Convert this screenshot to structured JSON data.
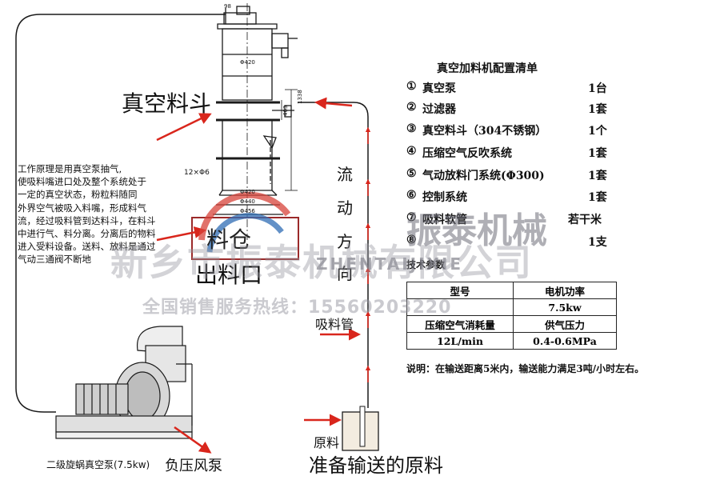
{
  "labels": {
    "hopper": "真空料斗",
    "flow_direction": [
      "流",
      "动",
      "方",
      "向"
    ],
    "silo": "料仓",
    "outlet": "出料口",
    "suction_pipe": "吸料管",
    "raw_material": "原料",
    "prepare": "准备输送的原料",
    "pump_caption": "二级旋蜗真空泵(7.5kw)",
    "blower": "负压风泵"
  },
  "principle_lines": [
    "工作原理是用真空泵抽气,",
    "使吸料嘴进口处及整个系统处于",
    "一定的真空状态，粉粒料随同",
    "外界空气被吸入料嘴，形成料气",
    "流，经过吸料管到达料斗，在料斗",
    "中进行气、料分离。分离后的物料",
    "进入受料设备。送料、放料是通过",
    "气动三通阀不断地"
  ],
  "config": {
    "title": "真空加料机配置清单",
    "items": [
      {
        "no": "①",
        "name": "真空泵",
        "qty": "1台"
      },
      {
        "no": "②",
        "name": "过滤器",
        "qty": "1套"
      },
      {
        "no": "③",
        "name": "真空料斗（304不锈钢）",
        "qty": "1个"
      },
      {
        "no": "④",
        "name": "压缩空气反吹系统",
        "qty": "1套"
      },
      {
        "no": "⑤",
        "name": "气动放料门系统(Φ300)",
        "qty": "1套"
      },
      {
        "no": "⑥",
        "name": "控制系统",
        "qty": "1套"
      },
      {
        "no": "⑦",
        "name": "吸料软管",
        "qty": "若干米"
      },
      {
        "no": "⑧",
        "name": "",
        "qty": "1支"
      }
    ],
    "tech_params": "技术参数",
    "spec_table": {
      "rows": [
        [
          "型号",
          "电机功率"
        ],
        [
          "",
          "7.5kw"
        ],
        [
          "压缩空气消耗量",
          "供气压力"
        ],
        [
          "12L/min",
          "0.4-0.6MPa"
        ]
      ]
    },
    "note": "说明：在输送距离5米内，输送能力满足3吨/小时左右。"
  },
  "dimensions": {
    "d420_top": "Φ420",
    "d420": "Φ420",
    "d440": "Φ440",
    "d456": "Φ456",
    "holes": "12×Φ6",
    "h463": "463",
    "h1338": "1338",
    "h98": "98"
  },
  "watermark": {
    "company": "新乡市振泰机械有限公司",
    "brand": "振泰机械",
    "pinyin": "ZHENTAIJIXIE",
    "hotline": "全国销售服务热线：15560203220"
  },
  "colors": {
    "arrow": "#d9261c",
    "line": "#1a1a1a",
    "logo_red": "#d8433a",
    "logo_blue": "#2f6db5"
  }
}
